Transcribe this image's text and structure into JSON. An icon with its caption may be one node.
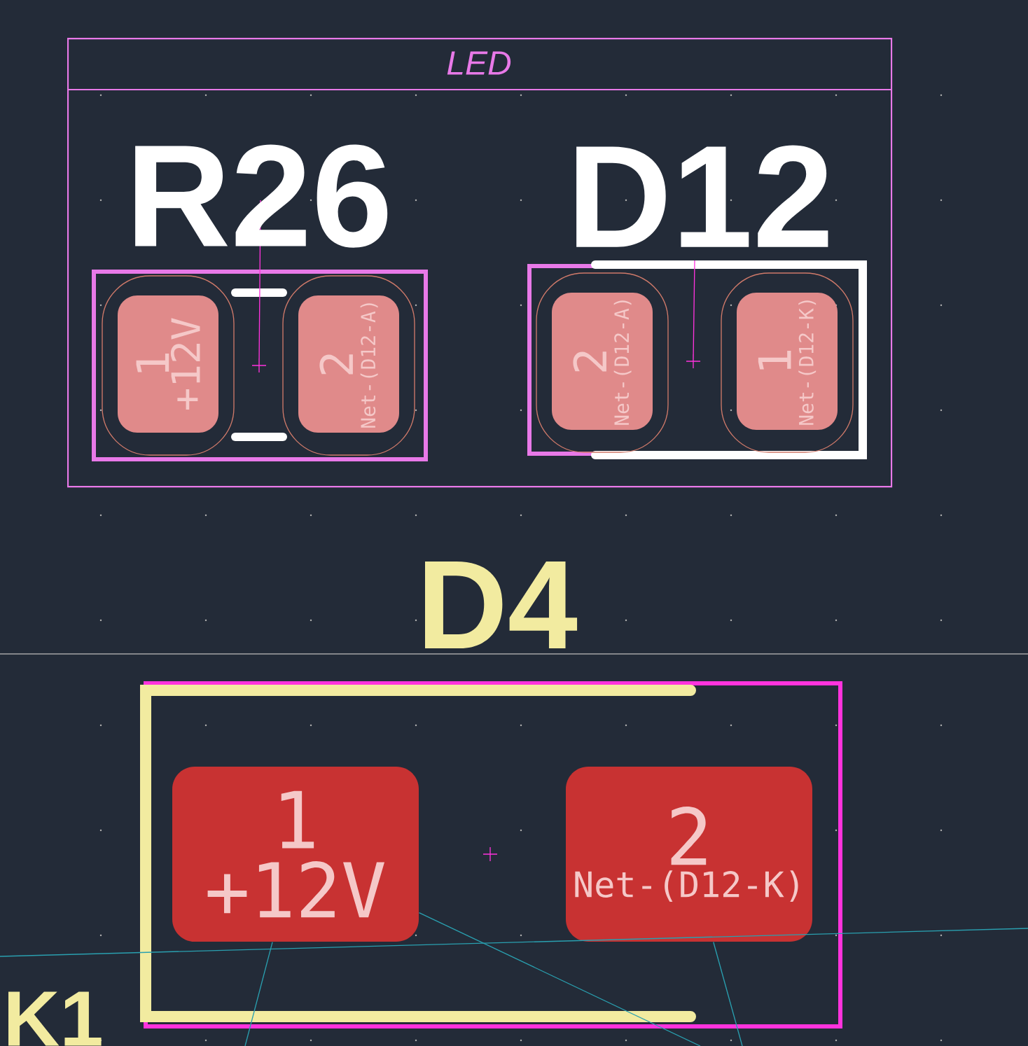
{
  "diagram": {
    "nodes": [
      {
        "text": [
          "LED"
        ]
      },
      {
        "text": [
          "1",
          "+12V"
        ],
        "in": 0
      },
      {
        "text": [
          "2",
          "Net-(D12-A)"
        ],
        "in": 0
      },
      {
        "text": [
          "2",
          "Net-(D12-A)"
        ],
        "in": 0
      },
      {
        "text": [
          "1",
          "Net-(D12-K)"
        ],
        "in": 0
      },
      {
        "text": [
          "1",
          "+12V"
        ]
      },
      {
        "text": [
          "2",
          "Net-(D12-K)"
        ]
      }
    ],
    "edges": [
      {
        "from": 5,
        "to": null,
        "arrow": "none"
      },
      {
        "from": 5,
        "to": null,
        "arrow": "none"
      },
      {
        "from": 6,
        "to": null,
        "arrow": "none"
      }
    ],
    "labels": [
      "R26",
      "D12",
      "D4",
      "K1"
    ]
  }
}
